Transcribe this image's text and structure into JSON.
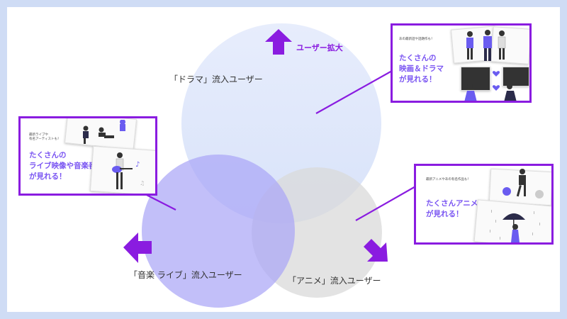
{
  "top_arrow": {
    "label": "ユーザー拡大",
    "direction": "up",
    "color": "#8a1ce0"
  },
  "circles": [
    {
      "label": "「ドラマ」流入ユーザー",
      "color": "#dfe8fb"
    },
    {
      "label": "「音楽 ライブ」流入ユーザー",
      "color": "#b7b3fa"
    },
    {
      "label": "「アニメ」流入ユーザー",
      "color": "#e3e3e3"
    }
  ],
  "cards": {
    "drama": {
      "subtitle": "あの最新話や話題作も！",
      "headline": [
        "たくさんの",
        "映画＆ドラマ",
        "が見れる！"
      ]
    },
    "music": {
      "subtitle": [
        "最新ライブや",
        "有名アーティストも！"
      ],
      "headline": [
        "たくさんの",
        "ライブ映像や音楽番組",
        "が見れる！"
      ]
    },
    "anime": {
      "subtitle": "最新アニメやあの有名作品も！",
      "headline": [
        "たくさんアニメ",
        "が見れる！"
      ]
    }
  },
  "colors": {
    "accent": "#8a1ce0",
    "headline": "#7a55f2",
    "background": "#cfdcf5"
  }
}
